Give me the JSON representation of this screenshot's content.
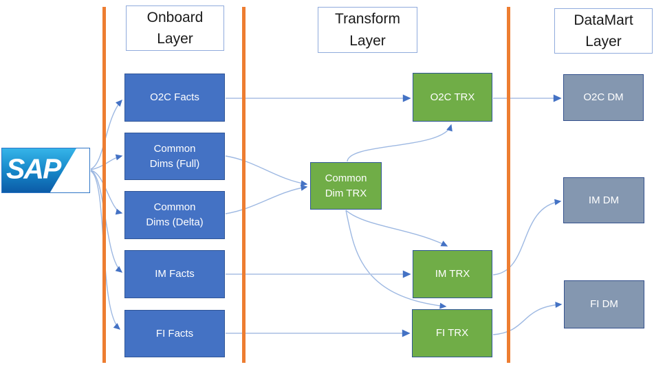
{
  "source": {
    "label": "SAP"
  },
  "layers": {
    "onboard": {
      "title": "Onboard Layer"
    },
    "transform": {
      "title": "Transform Layer"
    },
    "datamart": {
      "title": "DataMart Layer"
    }
  },
  "nodes": {
    "o2c_facts": {
      "label": "O2C Facts",
      "layer": "onboard"
    },
    "common_dims_full": {
      "label": "Common Dims (Full)",
      "layer": "onboard"
    },
    "common_dims_delta": {
      "label": "Common Dims (Delta)",
      "layer": "onboard"
    },
    "im_facts": {
      "label": "IM Facts",
      "layer": "onboard"
    },
    "fi_facts": {
      "label": "FI Facts",
      "layer": "onboard"
    },
    "o2c_trx": {
      "label": "O2C TRX",
      "layer": "transform"
    },
    "common_dim_trx": {
      "label": "Common Dim TRX",
      "layer": "transform"
    },
    "im_trx": {
      "label": "IM TRX",
      "layer": "transform"
    },
    "fi_trx": {
      "label": "FI TRX",
      "layer": "transform"
    },
    "o2c_dm": {
      "label": "O2C DM",
      "layer": "datamart"
    },
    "im_dm": {
      "label": "IM DM",
      "layer": "datamart"
    },
    "fi_dm": {
      "label": "FI DM",
      "layer": "datamart"
    }
  },
  "edges": [
    {
      "from": "SAP",
      "to": "O2C Facts"
    },
    {
      "from": "SAP",
      "to": "Common Dims (Full)"
    },
    {
      "from": "SAP",
      "to": "Common Dims (Delta)"
    },
    {
      "from": "SAP",
      "to": "IM Facts"
    },
    {
      "from": "SAP",
      "to": "FI Facts"
    },
    {
      "from": "O2C Facts",
      "to": "O2C TRX"
    },
    {
      "from": "Common Dims (Full)",
      "to": "Common Dim TRX"
    },
    {
      "from": "Common Dims (Delta)",
      "to": "Common Dim TRX"
    },
    {
      "from": "Common Dim TRX",
      "to": "O2C TRX"
    },
    {
      "from": "Common Dim TRX",
      "to": "IM TRX"
    },
    {
      "from": "Common Dim TRX",
      "to": "FI TRX"
    },
    {
      "from": "IM Facts",
      "to": "IM TRX"
    },
    {
      "from": "FI Facts",
      "to": "FI TRX"
    },
    {
      "from": "O2C TRX",
      "to": "O2C DM"
    },
    {
      "from": "IM TRX",
      "to": "IM DM"
    },
    {
      "from": "FI TRX",
      "to": "FI DM"
    }
  ],
  "colors": {
    "onboard_node_fill": "#4472C4",
    "transform_node_fill": "#70AD47",
    "datamart_node_fill": "#8497B0",
    "node_border": "#2F5597",
    "layer_divider": "#ED7D31",
    "edge_line": "#9DB8E2",
    "edge_arrowhead": "#4472C4",
    "sap_blue_top": "#35B4E9",
    "sap_blue_bottom": "#0C5BA7"
  }
}
